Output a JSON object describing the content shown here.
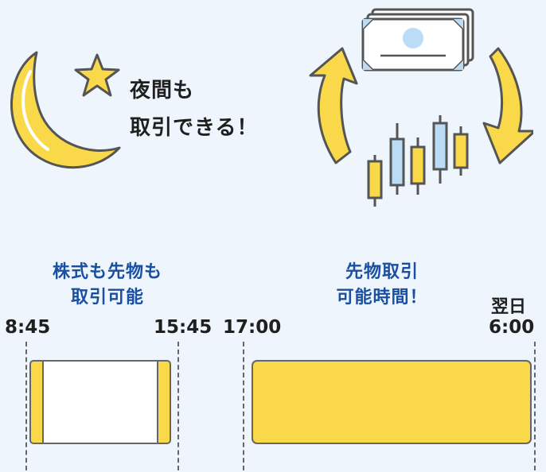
{
  "headline": {
    "line1": "夜間も",
    "line2": "取引できる！"
  },
  "icons": {
    "moon": "crescent-moon-icon",
    "star": "star-icon",
    "money": "banknote-stack-icon",
    "chart": "candlestick-chart-icon",
    "cycle": "circular-arrows-icon"
  },
  "timeline": {
    "day_session": {
      "label_line1": "株式も先物も",
      "label_line2": "取引可能",
      "start": "8:45",
      "end": "15:45"
    },
    "night_session": {
      "label_line1": "先物取引",
      "label_line2": "可能時間！",
      "start": "17:00",
      "next_day": "翌日",
      "end": "6:00"
    }
  },
  "colors": {
    "background": "#eef5fc",
    "yellow": "#f9d94a",
    "label_blue": "#1a4fa1",
    "candle_blue": "#bcdcf6",
    "outline": "#666666"
  }
}
